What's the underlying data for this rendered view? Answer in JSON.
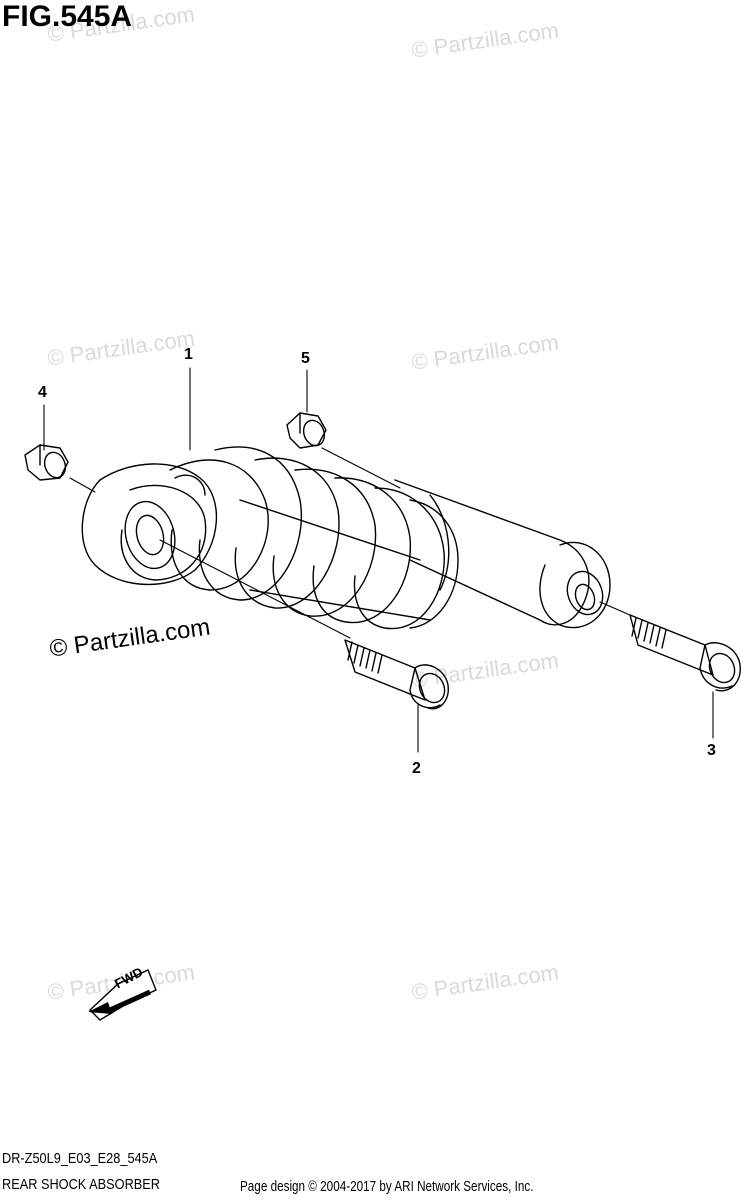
{
  "figure": {
    "title": "FIG.545A",
    "code": "DR-Z50L9_E03_E28_545A",
    "name": "REAR SHOCK ABSORBER"
  },
  "footer": {
    "credit": "Page design © 2004-2017 by ARI Network Services, Inc."
  },
  "watermark": {
    "text": "© Partzilla.com"
  },
  "callouts": {
    "c1": "1",
    "c2": "2",
    "c3": "3",
    "c4": "4",
    "c5": "5"
  },
  "fwd_label": "FWD"
}
